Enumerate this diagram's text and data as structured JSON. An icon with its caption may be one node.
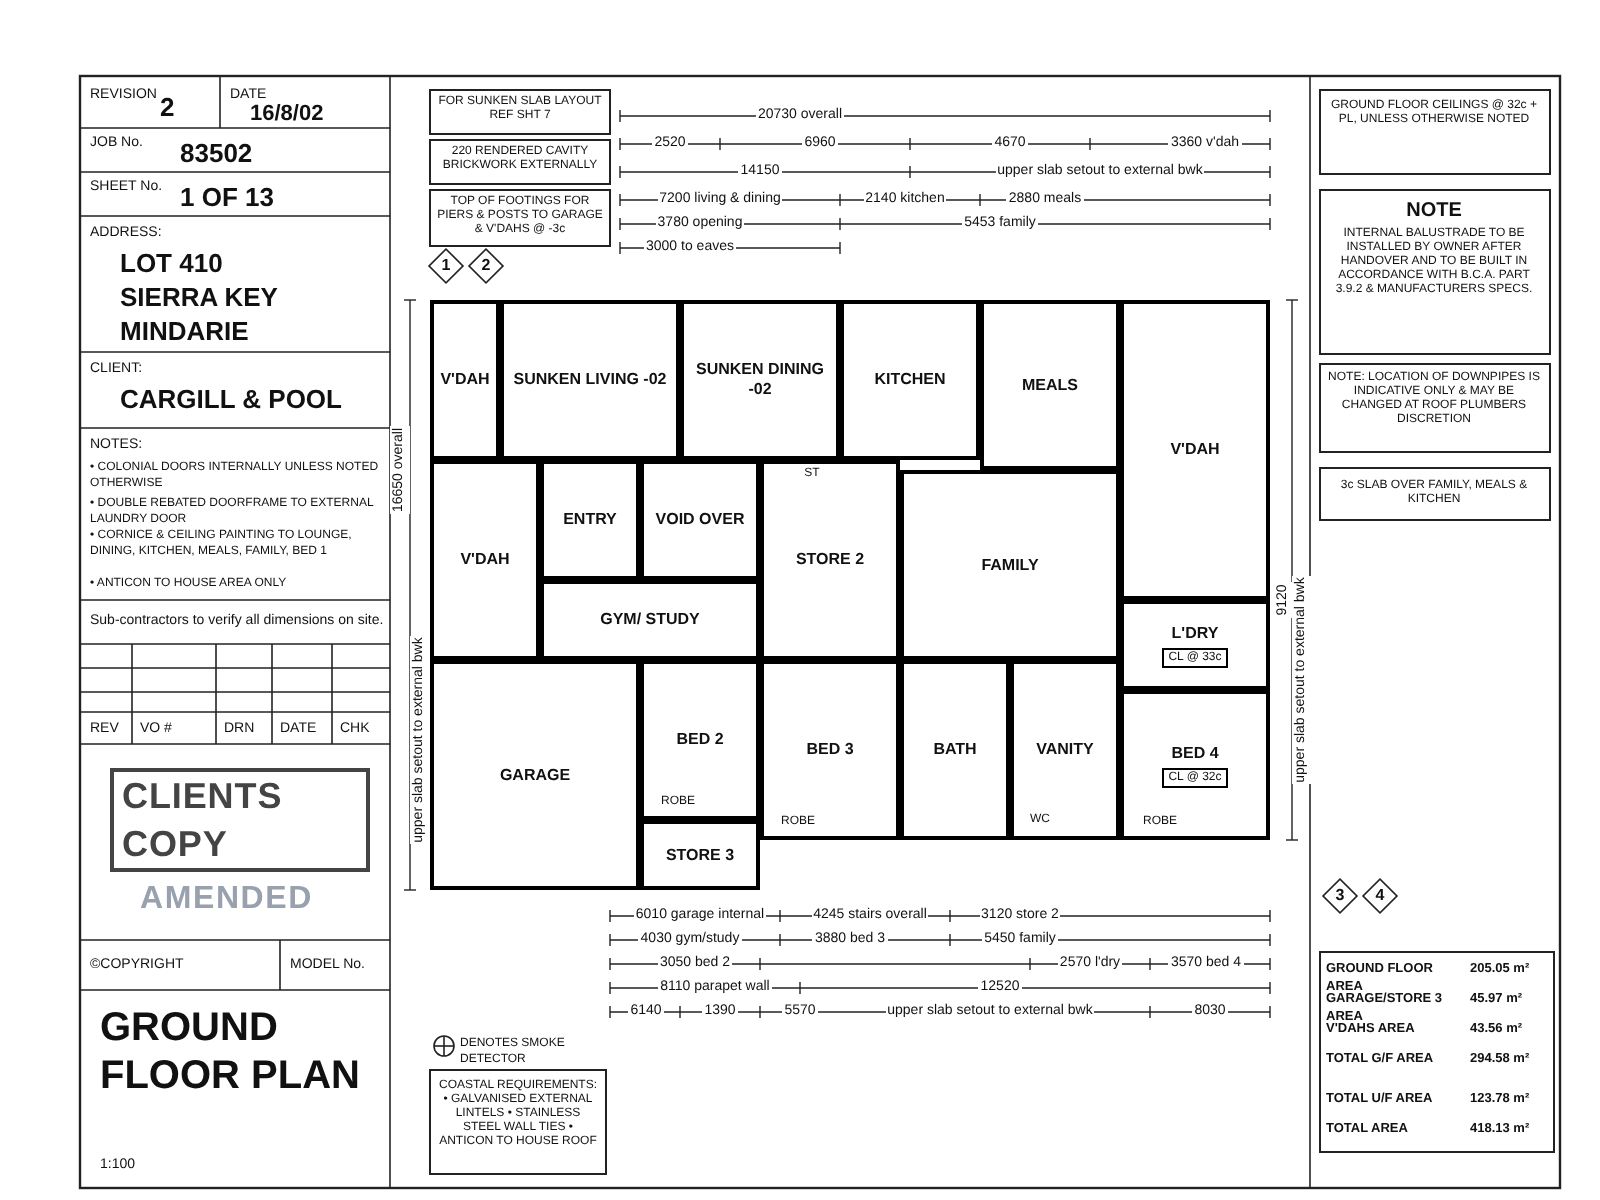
{
  "diagram": {
    "nodes": [
      {
        "text": [
          "V'DAH"
        ]
      },
      {
        "text": [
          "SUNKEN LIVING -02"
        ]
      },
      {
        "text": [
          "SUNKEN DINING -02"
        ]
      },
      {
        "text": [
          "KITCHEN"
        ]
      },
      {
        "text": [
          "MEALS"
        ]
      },
      {
        "text": [
          "V'DAH"
        ]
      },
      {
        "text": [
          "V'DAH"
        ]
      },
      {
        "text": [
          "ENTRY"
        ]
      },
      {
        "text": [
          "VOID OVER"
        ]
      },
      {
        "text": [
          "STORE 2"
        ]
      },
      {
        "text": [
          "FAMILY"
        ]
      },
      {
        "text": [
          "GYM/ STUDY"
        ]
      },
      {
        "text": [
          "GARAGE"
        ]
      },
      {
        "text": [
          "BED 2"
        ]
      },
      {
        "text": [
          "STORE 3"
        ]
      },
      {
        "text": [
          "BED 3"
        ]
      },
      {
        "text": [
          "BATH"
        ]
      },
      {
        "text": [
          "VANITY"
        ]
      },
      {
        "text": [
          "L'DRY",
          "CL @ 33c"
        ]
      },
      {
        "text": [
          "BED 4",
          "CL @ 32c"
        ]
      }
    ],
    "labels": [
      "REVISION",
      "2",
      "DATE",
      "16/8/02",
      "JOB No.",
      "83502",
      "SHEET No.",
      "1 OF 13",
      "ADDRESS:",
      "LOT 410",
      "SIERRA KEY",
      "MINDARIE",
      "CLIENT:",
      "CARGILL & POOL",
      "NOTES:",
      "• COLONIAL DOORS INTERNALLY UNLESS NOTED OTHERWISE",
      "• DOUBLE REBATED DOORFRAME TO EXTERNAL LAUNDRY DOOR",
      "• CORNICE & CEILING PAINTING TO LOUNGE, DINING, KITCHEN, MEALS, FAMILY, BED 1",
      "• ANTICON TO HOUSE AREA ONLY",
      "Sub-contractors to verify all dimensions on site.",
      "REV",
      "VO #",
      "DRN",
      "DATE",
      "CHK",
      "CLIENTS COPY",
      "AMENDED",
      "©COPYRIGHT",
      "MODEL No.",
      "GROUND FLOOR PLAN",
      "1:100",
      "FOR SUNKEN SLAB LAYOUT REF SHT 7",
      "220 RENDERED CAVITY BRICKWORK EXTERNALLY",
      "TOP OF FOOTINGS FOR PIERS & POSTS TO GARAGE & V'DAHS @ -3c",
      "DENOTES SMOKE DETECTOR",
      "COASTAL REQUIREMENTS: • GALVANISED EXTERNAL LINTELS • STAINLESS STEEL WALL TIES • ANTICON TO HOUSE ROOF",
      "1",
      "2",
      "3",
      "4",
      "20730 overall",
      "2520",
      "6960",
      "4670",
      "3360 v'dah",
      "14150",
      "upper slab setout to external bwk",
      "7200 living & dining",
      "2140 kitchen",
      "2880 meals",
      "3780 opening",
      "5453 family",
      "3000 to eaves",
      "6010 garage internal",
      "4245 stairs overall",
      "3120 store 2",
      "4030 gym/study",
      "3880 bed 3",
      "5450 family",
      "3050 bed 2",
      "2570 l'dry",
      "3570 bed 4",
      "8110 parapet wall",
      "12520",
      "6140",
      "1390",
      "5570",
      "upper slab setout to external bwk",
      "8030",
      "16650 overall",
      "upper slab setout to external bwk",
      "9120",
      "upper slab setout to external bwk",
      "GROUND FLOOR CEILINGS @ 32c + PL, UNLESS OTHERWISE NOTED",
      "NOTE",
      "INTERNAL BALUSTRADE TO BE INSTALLED BY OWNER AFTER HANDOVER AND TO BE BUILT IN ACCORDANCE WITH B.C.A. PART 3.9.2 & MANUFACTURERS SPECS.",
      "NOTE: LOCATION OF DOWNPIPES IS INDICATIVE ONLY & MAY BE CHANGED AT ROOF PLUMBERS DISCRETION",
      "3c SLAB OVER FAMILY, MEALS & KITCHEN",
      "GROUND FLOOR AREA",
      "205.05 m²",
      "GARAGE/STORE 3 AREA",
      "45.97 m²",
      "V'DAHS AREA",
      "43.56 m²",
      "TOTAL G/F AREA",
      "294.58 m²",
      "TOTAL U/F AREA",
      "123.78 m²",
      "TOTAL AREA",
      "418.13 m²",
      "ROBE",
      "ROBE",
      "WC",
      "ROBE",
      "ST"
    ]
  }
}
